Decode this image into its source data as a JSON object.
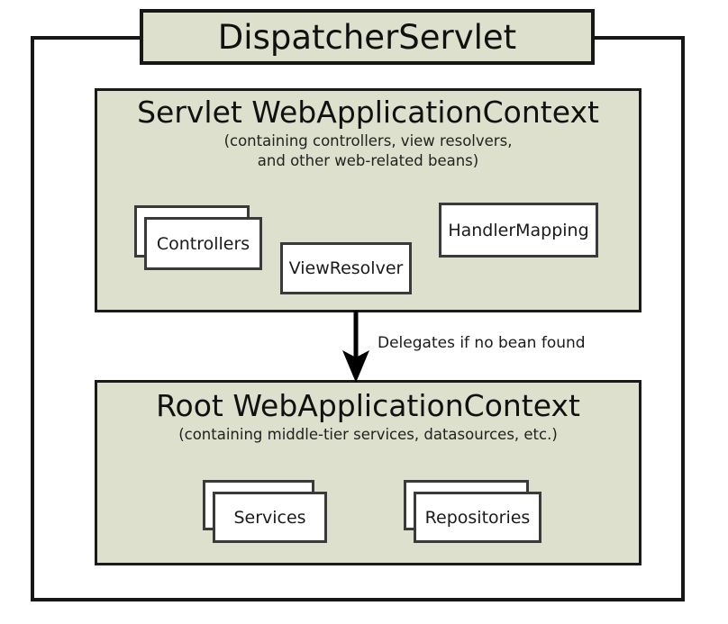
{
  "diagram": {
    "title": "DispatcherServlet",
    "servlet_context": {
      "heading": "Servlet WebApplicationContext",
      "subtitle_line1": "(containing controllers, view resolvers,",
      "subtitle_line2": "and other web-related beans)",
      "beans": [
        {
          "label": "Controllers",
          "stacked": true
        },
        {
          "label": "ViewResolver",
          "stacked": false
        },
        {
          "label": "HandlerMapping",
          "stacked": false
        }
      ]
    },
    "delegation": {
      "label": "Delegates if no bean found",
      "arrow_icon": "down-arrow-icon"
    },
    "root_context": {
      "heading": "Root WebApplicationContext",
      "subtitle_line1": "(containing middle-tier services, datasources, etc.)",
      "beans": [
        {
          "label": "Services",
          "stacked": true
        },
        {
          "label": "Repositories",
          "stacked": true
        }
      ]
    },
    "colors": {
      "context_fill": "#dde0cc",
      "border": "#171717",
      "bean_fill": "#ffffff",
      "bean_border": "#3a3a3a",
      "page_background": "#ffffff"
    }
  }
}
